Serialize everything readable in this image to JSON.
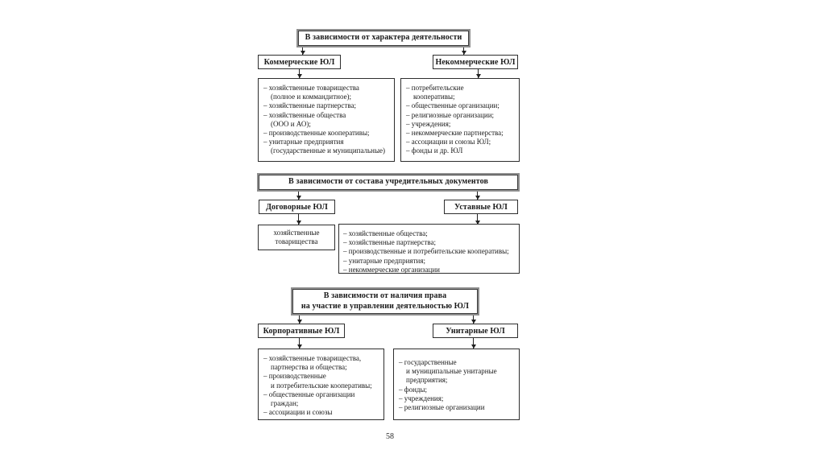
{
  "page": {
    "number": "58"
  },
  "colors": {
    "background": "#ffffff",
    "box_border": "#2e2e2e",
    "header_outline": "#8e8e8e",
    "text": "#1a1a1a"
  },
  "diagram": {
    "sections": [
      {
        "header": "В зависимости от характера деятельности",
        "branches": [
          {
            "label": "Коммерческие ЮЛ",
            "items": [
              "– хозяйственные товарищества\n(полное и коммандитное);",
              "– хозяйственные партнерства;",
              "– хозяйственные общества\n(ООО и АО);",
              "– производственные кооперативы;",
              "– унитарные предприятия\n(государственные и муниципальные)"
            ]
          },
          {
            "label": "Некоммерческие ЮЛ",
            "items": [
              "– потребительские\nкооперативы;",
              "– общественные организации;",
              "– религиозные организации;",
              "– учреждения;",
              "– некоммерческие партнерства;",
              "– ассоциации и союзы ЮЛ;",
              "– фонды и др. ЮЛ"
            ]
          }
        ]
      },
      {
        "header": "В зависимости от состава учредительных документов",
        "branches": [
          {
            "label": "Договорные ЮЛ",
            "items": [
              "хозяйственные\nтоварищества"
            ]
          },
          {
            "label": "Уставные ЮЛ",
            "items": [
              "– хозяйственные общества;",
              "– хозяйственные партнерства;",
              "– производственные и потребительские кооперативы;",
              "– унитарные предприятия;",
              "– некоммерческие организации"
            ]
          }
        ]
      },
      {
        "header": "В зависимости от наличия права\nна участие в управлении деятельностью ЮЛ",
        "branches": [
          {
            "label": "Корпоративные ЮЛ",
            "items": [
              "– хозяйственные товарищества,\nпартнерства и общества;",
              "– производственные\nи потребительские кооперативы;",
              "– общественные организации\nграждан;",
              "– ассоциации и союзы"
            ]
          },
          {
            "label": "Унитарные ЮЛ",
            "items": [
              "– государственные\nи муниципальные унитарные\nпредприятия;",
              "– фонды;",
              "– учреждения;",
              "– религиозные организации"
            ]
          }
        ]
      }
    ]
  }
}
